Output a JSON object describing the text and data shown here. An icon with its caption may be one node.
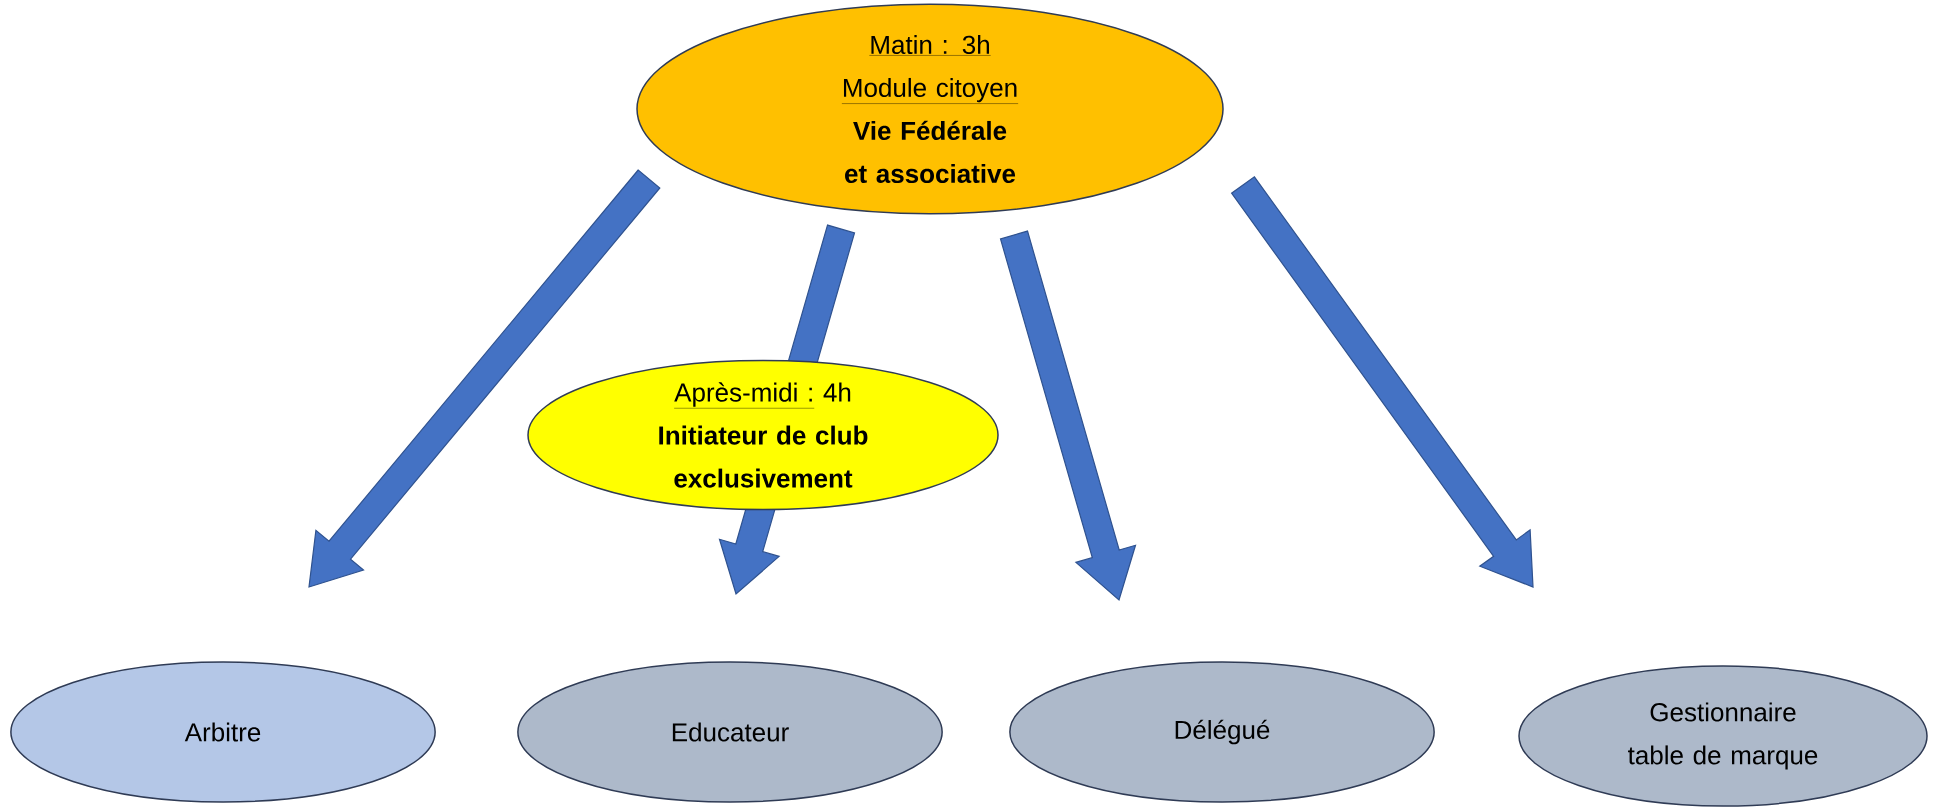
{
  "diagram": {
    "nodes": [
      {
        "text": [
          "Matin : 3h",
          "Module citoyen",
          "Vie Fédérale et associative"
        ]
      },
      {
        "text": [
          "Après-midi :",
          "4h",
          "Initiateur de club exclusivement"
        ]
      },
      {
        "text": [
          "Arbitre"
        ]
      },
      {
        "text": [
          "Educateur"
        ]
      },
      {
        "text": [
          "Délégué"
        ]
      },
      {
        "text": [
          "Gestionnaire table de marque"
        ]
      }
    ],
    "edges": [
      {
        "from": 0,
        "to": 2,
        "arrow": "to"
      },
      {
        "from": 0,
        "to": 3,
        "arrow": "to"
      },
      {
        "from": 0,
        "to": 4,
        "arrow": "to"
      },
      {
        "from": 0,
        "to": 5,
        "arrow": "to"
      }
    ]
  }
}
